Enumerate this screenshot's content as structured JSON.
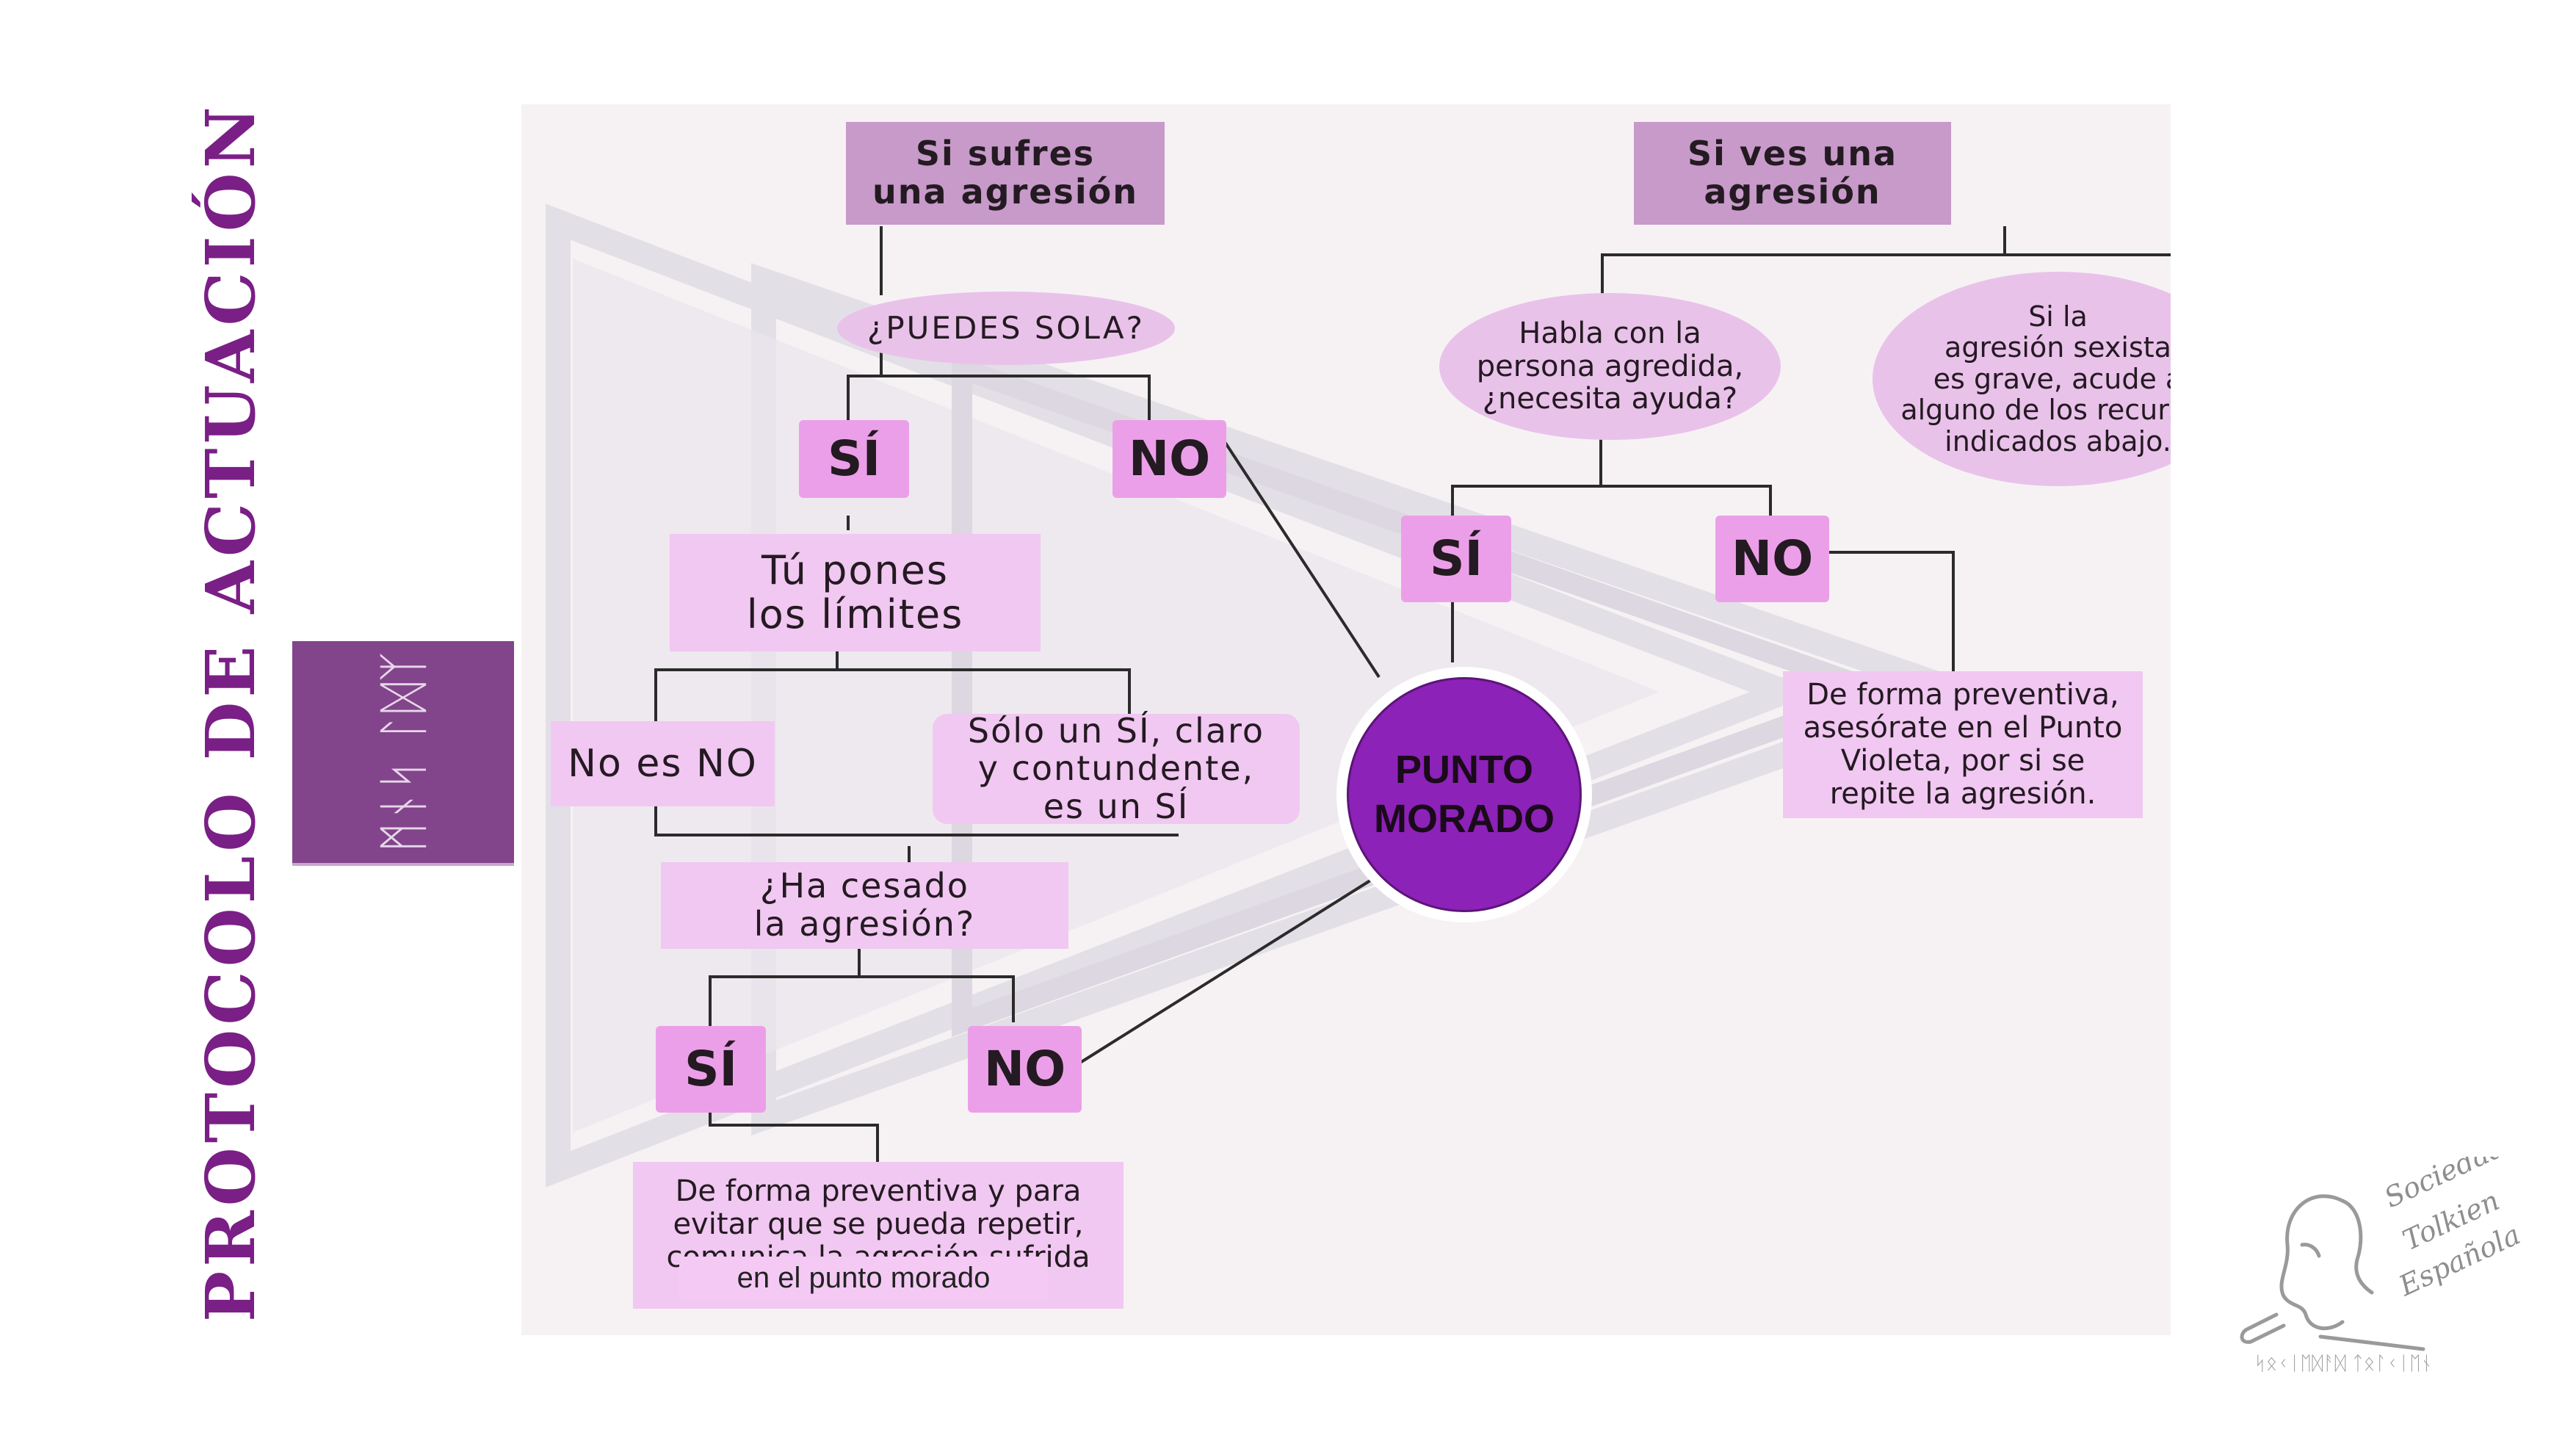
{
  "page_title": "PROTOCOLO DE ACTUACIÓN",
  "logo_glyph": "ᛗᚾᛋ ᛚᛞᛉ",
  "flowchart": {
    "left": {
      "header": "Si sufres\nuna agresión",
      "question": "¿PUEDES SOLA?",
      "yes": "SÍ",
      "no": "NO",
      "limits": "Tú pones\nlos límites",
      "no_es_no": "No es NO",
      "solo_si": "Sólo un SÍ, claro\ny contundente,\nes un SÍ",
      "ceased_q": "¿Ha cesado\nla agresión?",
      "yes2": "SÍ",
      "no2": "NO",
      "preventive": "De forma preventiva y para\nevitar que se pueda repetir,\ncomunica la agresión sufrida",
      "preventive_cont": "en el punto morado"
    },
    "center": {
      "punto_morado": "PUNTO\nMORADO"
    },
    "right": {
      "header": "Si ves una\nagresión",
      "question": "Habla con la\npersona agredida,\n¿necesita ayuda?",
      "grave": "Si la\nagresión sexista\nes grave, acude a\nalguno de los recursos\nindicados abajo.",
      "yes": "SÍ",
      "no": "NO",
      "preventive": "De forma preventiva,\nasesórate en el Punto\nVioleta, por si se\nrepite la agresión."
    }
  },
  "brand": {
    "name": "Sociedad\nTolkien\nEspañola",
    "footer_script": "ᛋᛟᚲᛁᛖᛞᚨᛞ ᛏᛟᛚᚲᛁᛖᚾ"
  },
  "colors": {
    "title": "#7a1f86",
    "header_box": "#c79ac9",
    "light_box": "#f1c8f1",
    "yes_no_box": "#ec9fe9",
    "punto_morado": "#8c22b8",
    "logo_square": "#82448a"
  }
}
